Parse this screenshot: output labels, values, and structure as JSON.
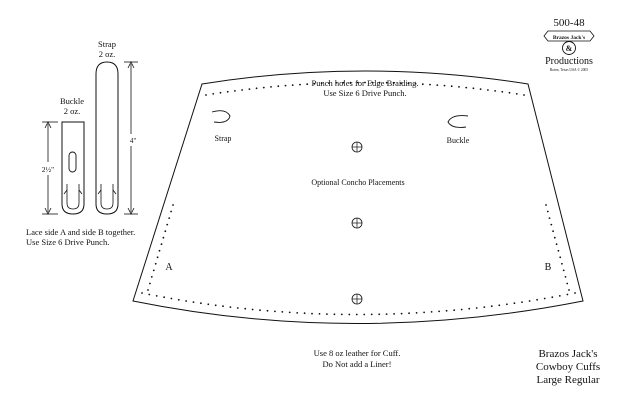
{
  "pattern_number": "500-48",
  "logo": {
    "brand_text": "Brazos Jack's",
    "company": "Productions",
    "copyright": "Roten, Texas USA © 2005"
  },
  "strap": {
    "title": "Strap",
    "weight": "2 oz.",
    "length_label": "4\""
  },
  "buckle": {
    "title": "Buckle",
    "weight": "2 oz.",
    "length_label": "2½\""
  },
  "lace_instruction": {
    "line1": "Lace side A and side B together.",
    "line2": "Use Size 6 Drive Punch."
  },
  "punch_instruction": {
    "line1": "Punch holes for Edge Braiding.",
    "line2": "Use Size 6 Drive Punch."
  },
  "cuff": {
    "strap_label": "Strap",
    "buckle_label": "Buckle",
    "concho_label": "Optional Concho Placements",
    "side_a": "A",
    "side_b": "B"
  },
  "leather_note": {
    "line1": "Use 8 oz leather for Cuff.",
    "line2": "Do Not add a Liner!"
  },
  "product_title": {
    "line1": "Brazos Jack's",
    "line2": "Cowboy Cuffs",
    "line3": "Large Regular"
  }
}
